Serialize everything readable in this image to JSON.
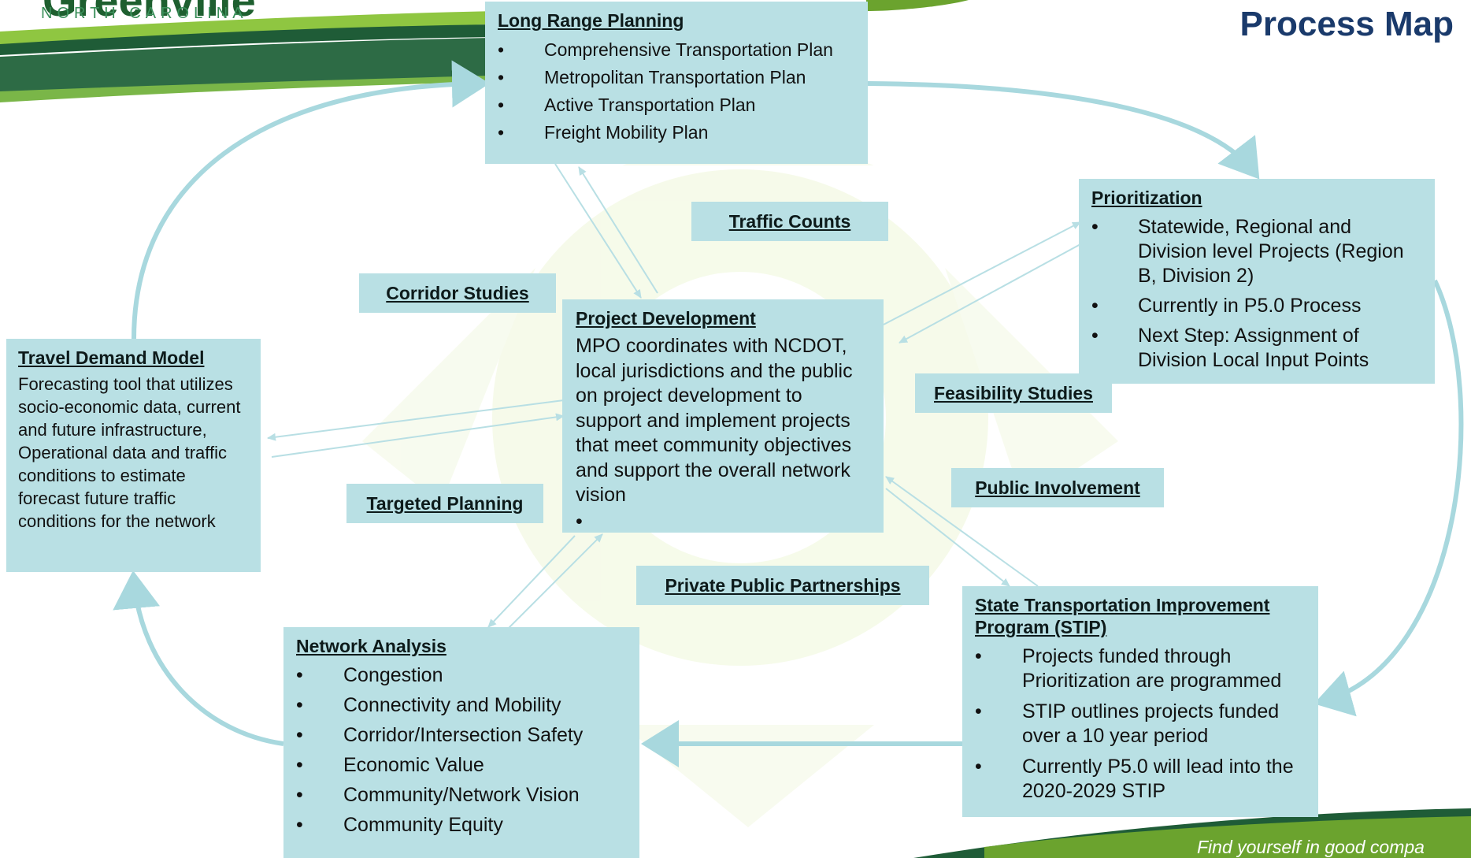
{
  "header": {
    "logo_name": "Greenville",
    "logo_subtitle": "NORTH CAROLINA",
    "page_title": "Process Map"
  },
  "footer": {
    "tagline": "Find yourself in good compa"
  },
  "colors": {
    "box_fill": "#b9e0e4",
    "arrow": "#a8d8de",
    "title_navy": "#1a3a6b",
    "brand_green": "#6ba32e",
    "brand_dark_green": "#1e5f2f"
  },
  "boxes": {
    "long_range": {
      "title": "Long Range Planning",
      "items": [
        "Comprehensive Transportation Plan",
        "Metropolitan Transportation Plan",
        "Active Transportation Plan",
        "Freight Mobility Plan"
      ]
    },
    "prioritization": {
      "title": "Prioritization",
      "items": [
        "Statewide, Regional and Division level Projects (Region B, Division 2)",
        "Currently in P5.0 Process",
        "Next Step: Assignment of Division Local Input Points"
      ]
    },
    "project_development": {
      "title": "Project Development",
      "body": "MPO coordinates with NCDOT, local jurisdictions and the public on project development to support and implement projects that meet community objectives and support the overall network vision"
    },
    "travel_demand": {
      "title": "Travel Demand Model",
      "body": "Forecasting tool that utilizes socio-economic data, current and future infrastructure, Operational data and traffic conditions to estimate forecast future traffic conditions for the network"
    },
    "network_analysis": {
      "title": "Network Analysis",
      "items": [
        "Congestion",
        "Connectivity and Mobility",
        "Corridor/Intersection Safety",
        "Economic Value",
        "Community/Network Vision",
        "Community Equity"
      ]
    },
    "stip": {
      "title": "State Transportation Improvement Program (STIP)",
      "items": [
        "Projects funded through Prioritization are programmed",
        "STIP outlines projects funded over a 10 year period",
        "Currently P5.0 will lead into the 2020-2029 STIP"
      ]
    }
  },
  "labels": {
    "traffic_counts": "Traffic Counts",
    "corridor_studies": "Corridor Studies",
    "feasibility_studies": "Feasibility Studies",
    "targeted_planning": "Targeted Planning",
    "public_involvement": "Public Involvement",
    "private_public_partnerships": "Private Public Partnerships"
  }
}
